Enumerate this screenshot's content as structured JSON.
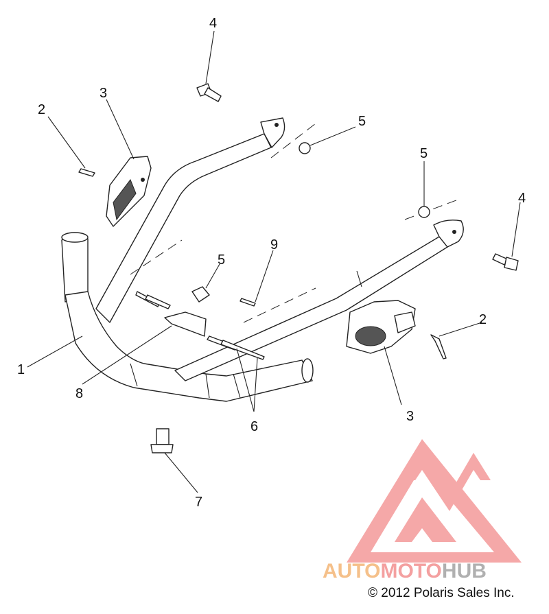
{
  "callouts": [
    {
      "id": "c1",
      "label": "1"
    },
    {
      "id": "c2a",
      "label": "2"
    },
    {
      "id": "c2b",
      "label": "2"
    },
    {
      "id": "c3a",
      "label": "3"
    },
    {
      "id": "c3b",
      "label": "3"
    },
    {
      "id": "c4a",
      "label": "4"
    },
    {
      "id": "c4b",
      "label": "4"
    },
    {
      "id": "c5a",
      "label": "5"
    },
    {
      "id": "c5b",
      "label": "5"
    },
    {
      "id": "c5c",
      "label": "5"
    },
    {
      "id": "c6",
      "label": "6"
    },
    {
      "id": "c7",
      "label": "7"
    },
    {
      "id": "c8",
      "label": "8"
    },
    {
      "id": "c9",
      "label": "9"
    }
  ],
  "watermark": {
    "part1": "AUTO",
    "part2": "MOTO",
    "part3": "HUB",
    "color_auto": "#f5c08a",
    "color_moto": "#f4a0a0",
    "color_hub": "#b0b0b0",
    "logo_color": "#f49a9a"
  },
  "copyright": "© 2012 Polaris Sales Inc."
}
